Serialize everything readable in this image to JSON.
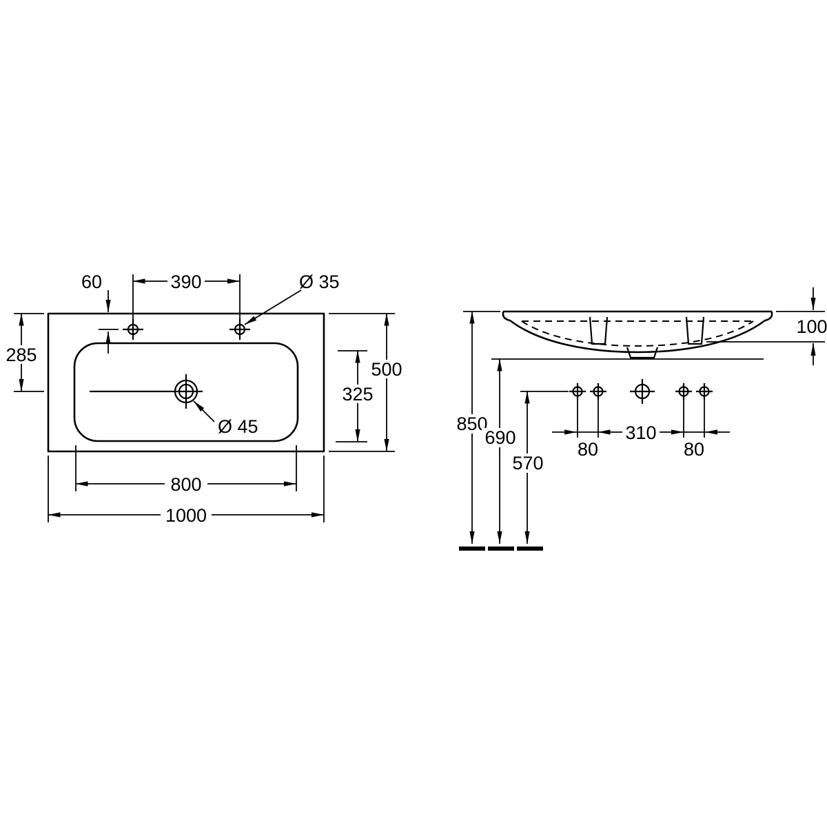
{
  "drawing_colors": {
    "line": "#000000",
    "background": "#ffffff"
  },
  "plan_view": {
    "dimensions": {
      "tap_hole_offset": "60",
      "tap_hole_spacing": "390",
      "tap_hole_diameter": "Ø 35",
      "edge_to_drain": "285",
      "overall_depth": "500",
      "basin_depth": "325",
      "drain_diameter": "Ø 45",
      "basin_width": "800",
      "overall_width": "1000"
    }
  },
  "side_view": {
    "dimensions": {
      "rim_height": "100",
      "total_height": "850",
      "underside_height": "690",
      "hole_row_height": "570",
      "hole_gap_left": "80",
      "hole_spacing_center": "310",
      "hole_gap_right": "80"
    }
  }
}
